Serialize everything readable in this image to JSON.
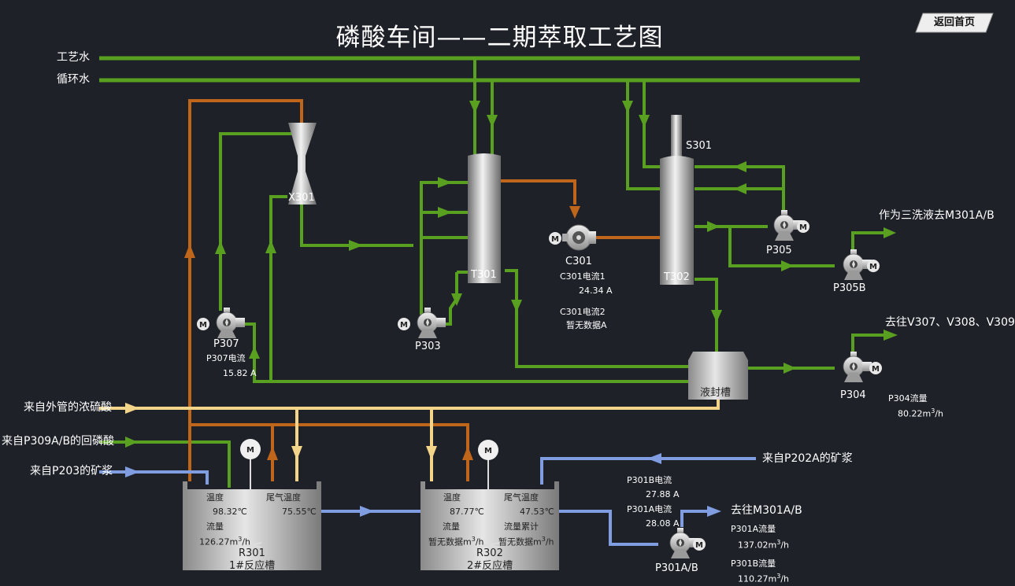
{
  "page": {
    "title": "磷酸车间——二期萃取工艺图",
    "back_button": "返回首页"
  },
  "lines": {
    "process_water": "工艺水",
    "circulating_water": "循环水"
  },
  "sources": {
    "sulfuric_acid": "来自外管的浓硫酸",
    "return_phosphoric": "来自P309A/B的回磷酸",
    "slurry_p203": "来自P203的矿浆",
    "slurry_p202a": "来自P202A的矿浆"
  },
  "destinations": {
    "third_wash": "作为三洗液去M301A/B",
    "to_v307": "去往V307、V308、V309",
    "to_m301": "去往M301A/B"
  },
  "equipment": {
    "x301": "X301",
    "t301": "T301",
    "t302": "T302",
    "s301": "S301",
    "c301": "C301",
    "p303": "P303",
    "p307": "P307",
    "p305": "P305",
    "p305b": "P305B",
    "p304": "P304",
    "p301ab": "P301A/B",
    "seal_tank": "液封槽",
    "motor": "M"
  },
  "readings": {
    "c301_current1": {
      "label": "C301电流1",
      "value": "24.34 A"
    },
    "c301_current2": {
      "label": "C301电流2",
      "value": "暂无数据A"
    },
    "p307_current": {
      "label": "P307电流",
      "value": "15.82 A"
    },
    "p304_flow": {
      "label": "P304流量",
      "value": "80.22",
      "unit_base": "m",
      "unit_sup": "3",
      "unit_tail": "/h"
    },
    "p301b_current": {
      "label": "P301B电流",
      "value": "27.88 A"
    },
    "p301a_current": {
      "label": "P301A电流",
      "value": "28.08 A"
    },
    "p301a_flow": {
      "label": "P301A流量",
      "value": "137.02",
      "unit_base": "m",
      "unit_sup": "3",
      "unit_tail": "/h"
    },
    "p301b_flow": {
      "label": "P301B流量",
      "value": "110.27",
      "unit_base": "m",
      "unit_sup": "3",
      "unit_tail": "/h"
    }
  },
  "reactors": {
    "r301": {
      "id": "R301",
      "name": "1#反应槽",
      "temp_label": "温度",
      "temp_value": "98.32℃",
      "flow_label": "流量",
      "flow_value": "126.27",
      "flow_unit": "m",
      "flow_sup": "3",
      "flow_tail": "/h",
      "exhaust_label": "尾气温度",
      "exhaust_value": "75.55℃"
    },
    "r302": {
      "id": "R302",
      "name": "2#反应槽",
      "temp_label": "温度",
      "temp_value": "87.77℃",
      "flow_label": "流量",
      "flow_value": "暂无数据",
      "flow_unit": "m",
      "flow_sup": "3",
      "flow_tail": "/h",
      "exhaust_label": "尾气温度",
      "exhaust_value": "47.53℃",
      "total_label": "流量累计",
      "total_value": "暂无数据",
      "total_unit": "m",
      "total_sup": "3",
      "total_tail": "/h"
    }
  },
  "colors": {
    "green": "#5aa020",
    "orange": "#c0661a",
    "yellow": "#f3d58a",
    "blue": "#7f9de0",
    "background": "#1f2129",
    "equipment": "#c8c8c8"
  }
}
